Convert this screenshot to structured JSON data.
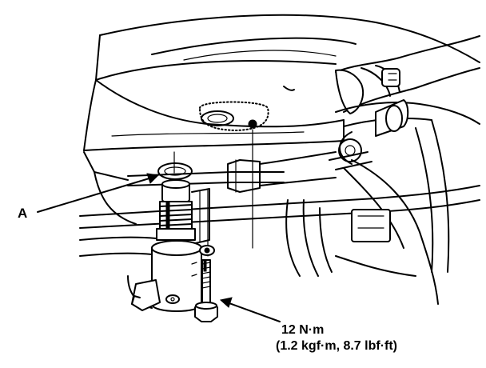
{
  "callouts": {
    "part_a_label": "A",
    "torque_line1": "12 N·m",
    "torque_line2": "(1.2 kgf·m, 8.7 lbf·ft)"
  },
  "colors": {
    "ink": "#000000",
    "paper": "#ffffff"
  },
  "icons": {
    "main_part": "solenoid-valve-icon",
    "seal": "o-ring-icon",
    "fastener": "bolt-icon"
  }
}
